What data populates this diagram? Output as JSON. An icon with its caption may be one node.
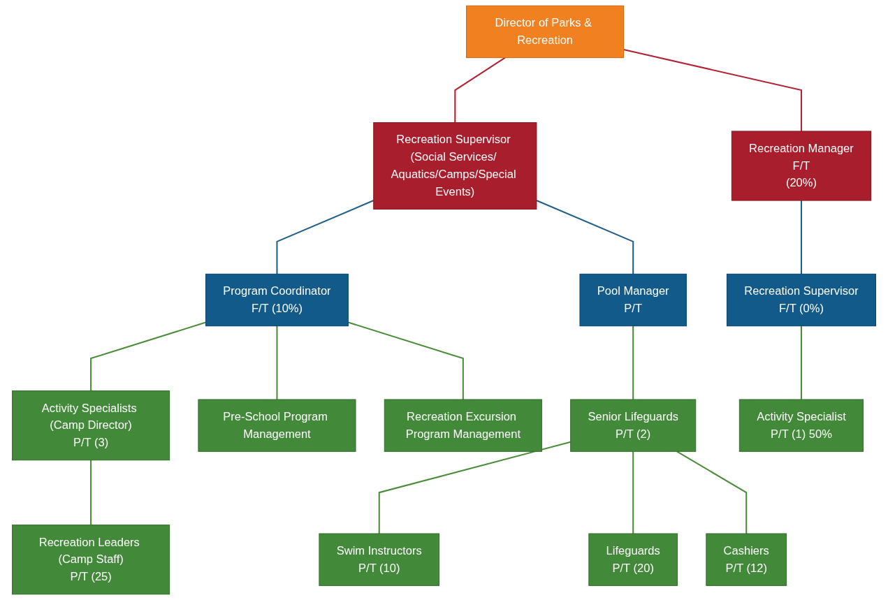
{
  "diagram": {
    "nodes": [
      {
        "text": [
          "Director of Parks & Recreation"
        ]
      },
      {
        "text": [
          "Recreation Supervisor (Social Services/ Aquatics/Camps/Special Events)"
        ]
      },
      {
        "text": [
          "Recreation Manager",
          "F/T",
          "(20%)"
        ]
      },
      {
        "text": [
          "Program Coordinator",
          "F/T (10%)"
        ]
      },
      {
        "text": [
          "Pool Manager",
          "P/T"
        ]
      },
      {
        "text": [
          "Recreation Supervisor",
          "F/T (0%)"
        ]
      },
      {
        "text": [
          "Activity Specialists (Camp Director)",
          "P/T (3)"
        ]
      },
      {
        "text": [
          "Pre-School Program Management"
        ]
      },
      {
        "text": [
          "Recreation Excursion Program Management"
        ]
      },
      {
        "text": [
          "Senior Lifeguards",
          "P/T (2)"
        ]
      },
      {
        "text": [
          "Activity Specialist",
          "P/T (1) 50%"
        ]
      },
      {
        "text": [
          "Recreation Leaders (Camp Staff)",
          "P/T (25)"
        ]
      },
      {
        "text": [
          "Swim Instructors",
          "P/T (10)"
        ]
      },
      {
        "text": [
          "Lifeguards",
          "P/T (20)"
        ]
      },
      {
        "text": [
          "Cashiers",
          "P/T (12)"
        ]
      }
    ],
    "edges": [
      {
        "from": 0,
        "to": 1,
        "arrow": "none",
        "color": "#b22234"
      },
      {
        "from": 0,
        "to": 2,
        "arrow": "none",
        "color": "#b22234"
      },
      {
        "from": 1,
        "to": 3,
        "arrow": "none",
        "color": "#1f5f8b"
      },
      {
        "from": 1,
        "to": 4,
        "arrow": "none",
        "color": "#1f5f8b"
      },
      {
        "from": 2,
        "to": 5,
        "arrow": "none",
        "color": "#1f5f8b"
      },
      {
        "from": 3,
        "to": 6,
        "arrow": "none"
      },
      {
        "from": 3,
        "to": 7,
        "arrow": "none"
      },
      {
        "from": 3,
        "to": 8,
        "arrow": "none"
      },
      {
        "from": 4,
        "to": 9,
        "arrow": "none"
      },
      {
        "from": 5,
        "to": 10,
        "arrow": "none"
      },
      {
        "from": 6,
        "to": 11,
        "arrow": "none"
      },
      {
        "from": 9,
        "to": 12,
        "arrow": "none"
      },
      {
        "from": 9,
        "to": 13,
        "arrow": "none"
      },
      {
        "from": 9,
        "to": 14,
        "arrow": "none"
      }
    ]
  }
}
